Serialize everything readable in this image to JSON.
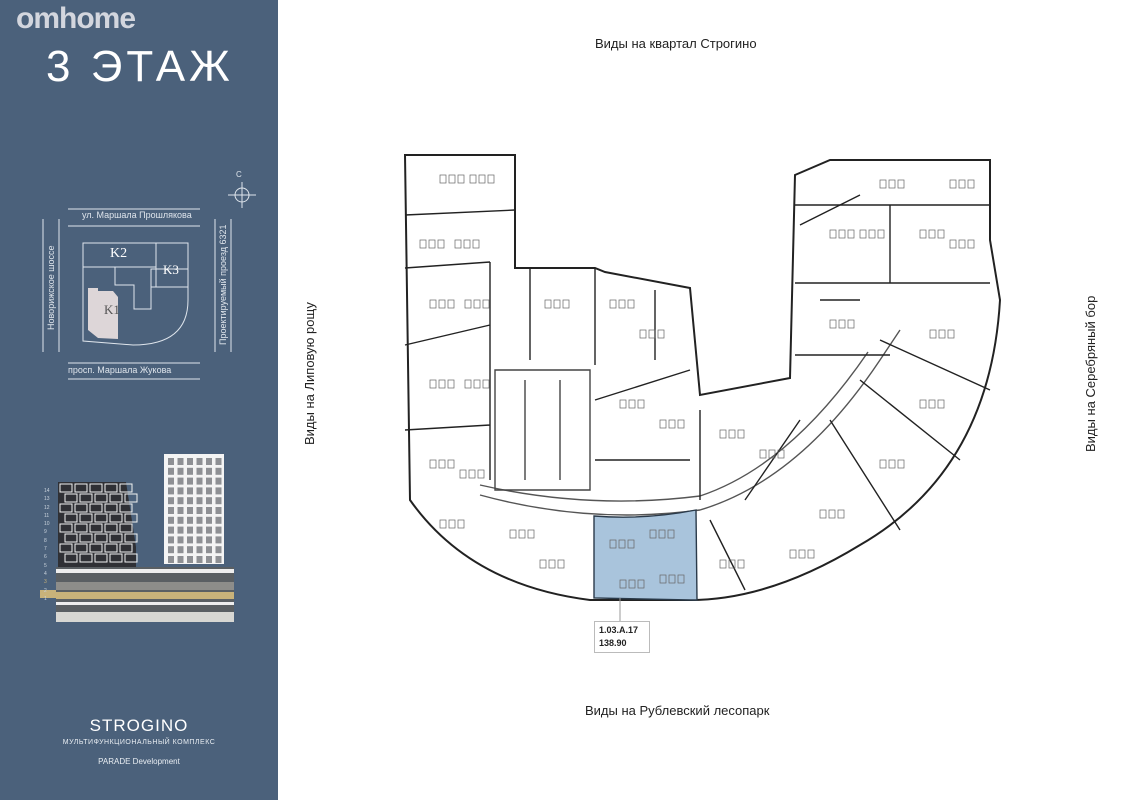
{
  "watermark": "omhome",
  "floor_title": "3 ЭТАЖ",
  "compass": {
    "north_label": "С"
  },
  "site_plan": {
    "street_top": "ул. Маршала Прошлякова",
    "street_bottom": "просп. Маршала Жукова",
    "street_left": "Новорижское шоссе",
    "street_right": "Проектируемый проезд 6321",
    "buildings": [
      "K1",
      "K2",
      "K3"
    ],
    "selected_building": "K1"
  },
  "elevation": {
    "floors": [
      "14",
      "13",
      "12",
      "11",
      "10",
      "9",
      "8",
      "7",
      "6",
      "5",
      "4",
      "3",
      "2",
      "1"
    ],
    "selected_floor": "3"
  },
  "brand": {
    "name": "STROGINO",
    "subtitle": "МУЛЬТИФУНКЦИОНАЛЬНЫЙ КОМПЛЕКС",
    "developer": "PARADE Development"
  },
  "views": {
    "top": "Виды на квартал Строгино",
    "bottom": "Виды на Рублевский лесопарк",
    "left": "Виды на Липовую рощу",
    "right": "Виды на Серебряный бор"
  },
  "selected_unit": {
    "code": "1.03.A.17",
    "area": "138.90",
    "highlight_color": "#a9c4dc"
  },
  "colors": {
    "panel": "#4b617b",
    "selected_floor": "#c8b27a"
  }
}
